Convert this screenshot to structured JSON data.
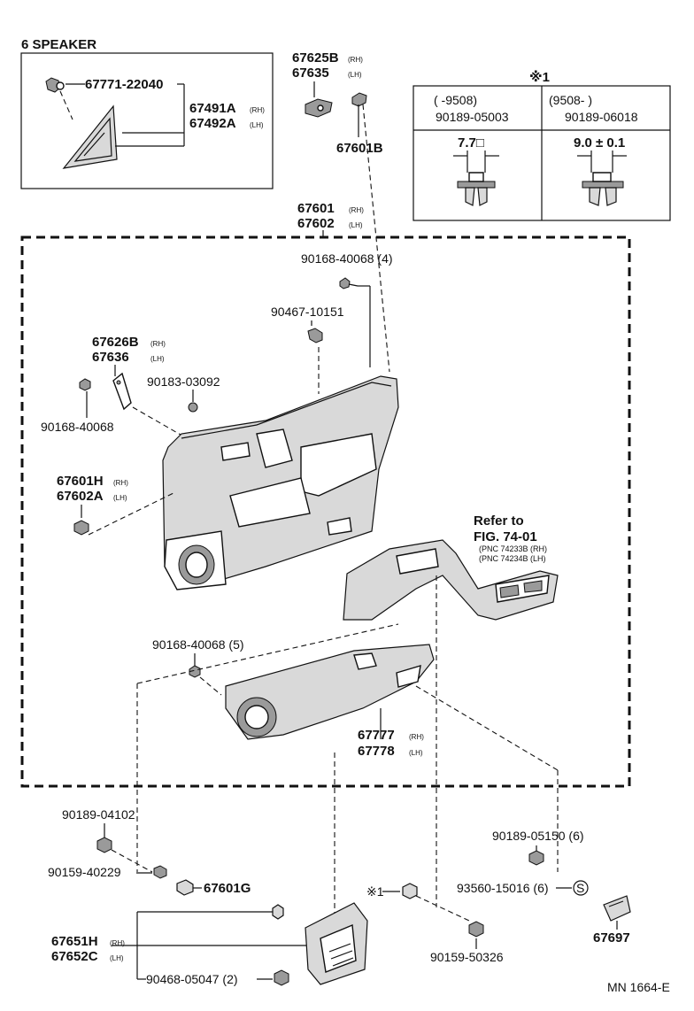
{
  "speaker_box": {
    "title": "6 SPEAKER",
    "clip": "67771-22040",
    "cover_rh": "67491A",
    "cover_lh": "67492A"
  },
  "top_parts": {
    "hinge_rh": "67625B",
    "hinge_lh": "67635",
    "clip": "67601B"
  },
  "note_table": {
    "mark": "※1",
    "col1_range": "(      -9508)",
    "col1_part": "90189-05003",
    "col1_dim": "7.7□",
    "col2_range": "(9508-       )",
    "col2_part": "90189-06018",
    "col2_dim": "9.0 ± 0.1"
  },
  "board": {
    "rh": "67601",
    "lh": "67602"
  },
  "fasteners": {
    "screw4": "90168-40068 (4)",
    "screw_a": "90467-10151",
    "nut": "90183-03092",
    "screw_b": "90168-40068",
    "screw5": "90168-40068 (5)",
    "clip_g": "67601G",
    "screw_c": "90189-04102",
    "screw_d": "90159-40229",
    "screw6": "90189-05150 (6)",
    "nut6": "93560-15016 (6)",
    "screw_e": "90159-50326",
    "screw2": "90468-05047 (2)",
    "part_697": "67697"
  },
  "bracket": {
    "rh": "67626B",
    "lh": "67636"
  },
  "clip_h": {
    "rh": "67601H",
    "lh": "67602A"
  },
  "armrest": {
    "rh": "67777",
    "lh": "67778"
  },
  "grille": {
    "rh": "67651H",
    "lh": "67652C"
  },
  "refer": {
    "line1": "Refer to",
    "line2": "FIG. 74-01",
    "pnc_rh": "(PNC 74233B (RH)",
    "pnc_lh": "(PNC 74234B (LH)"
  },
  "marks": {
    "rh": "(RH)",
    "lh": "(LH)",
    "ref_mark": "※1",
    "circle_s": "S"
  },
  "footer": {
    "code": "MN 1664-E"
  }
}
